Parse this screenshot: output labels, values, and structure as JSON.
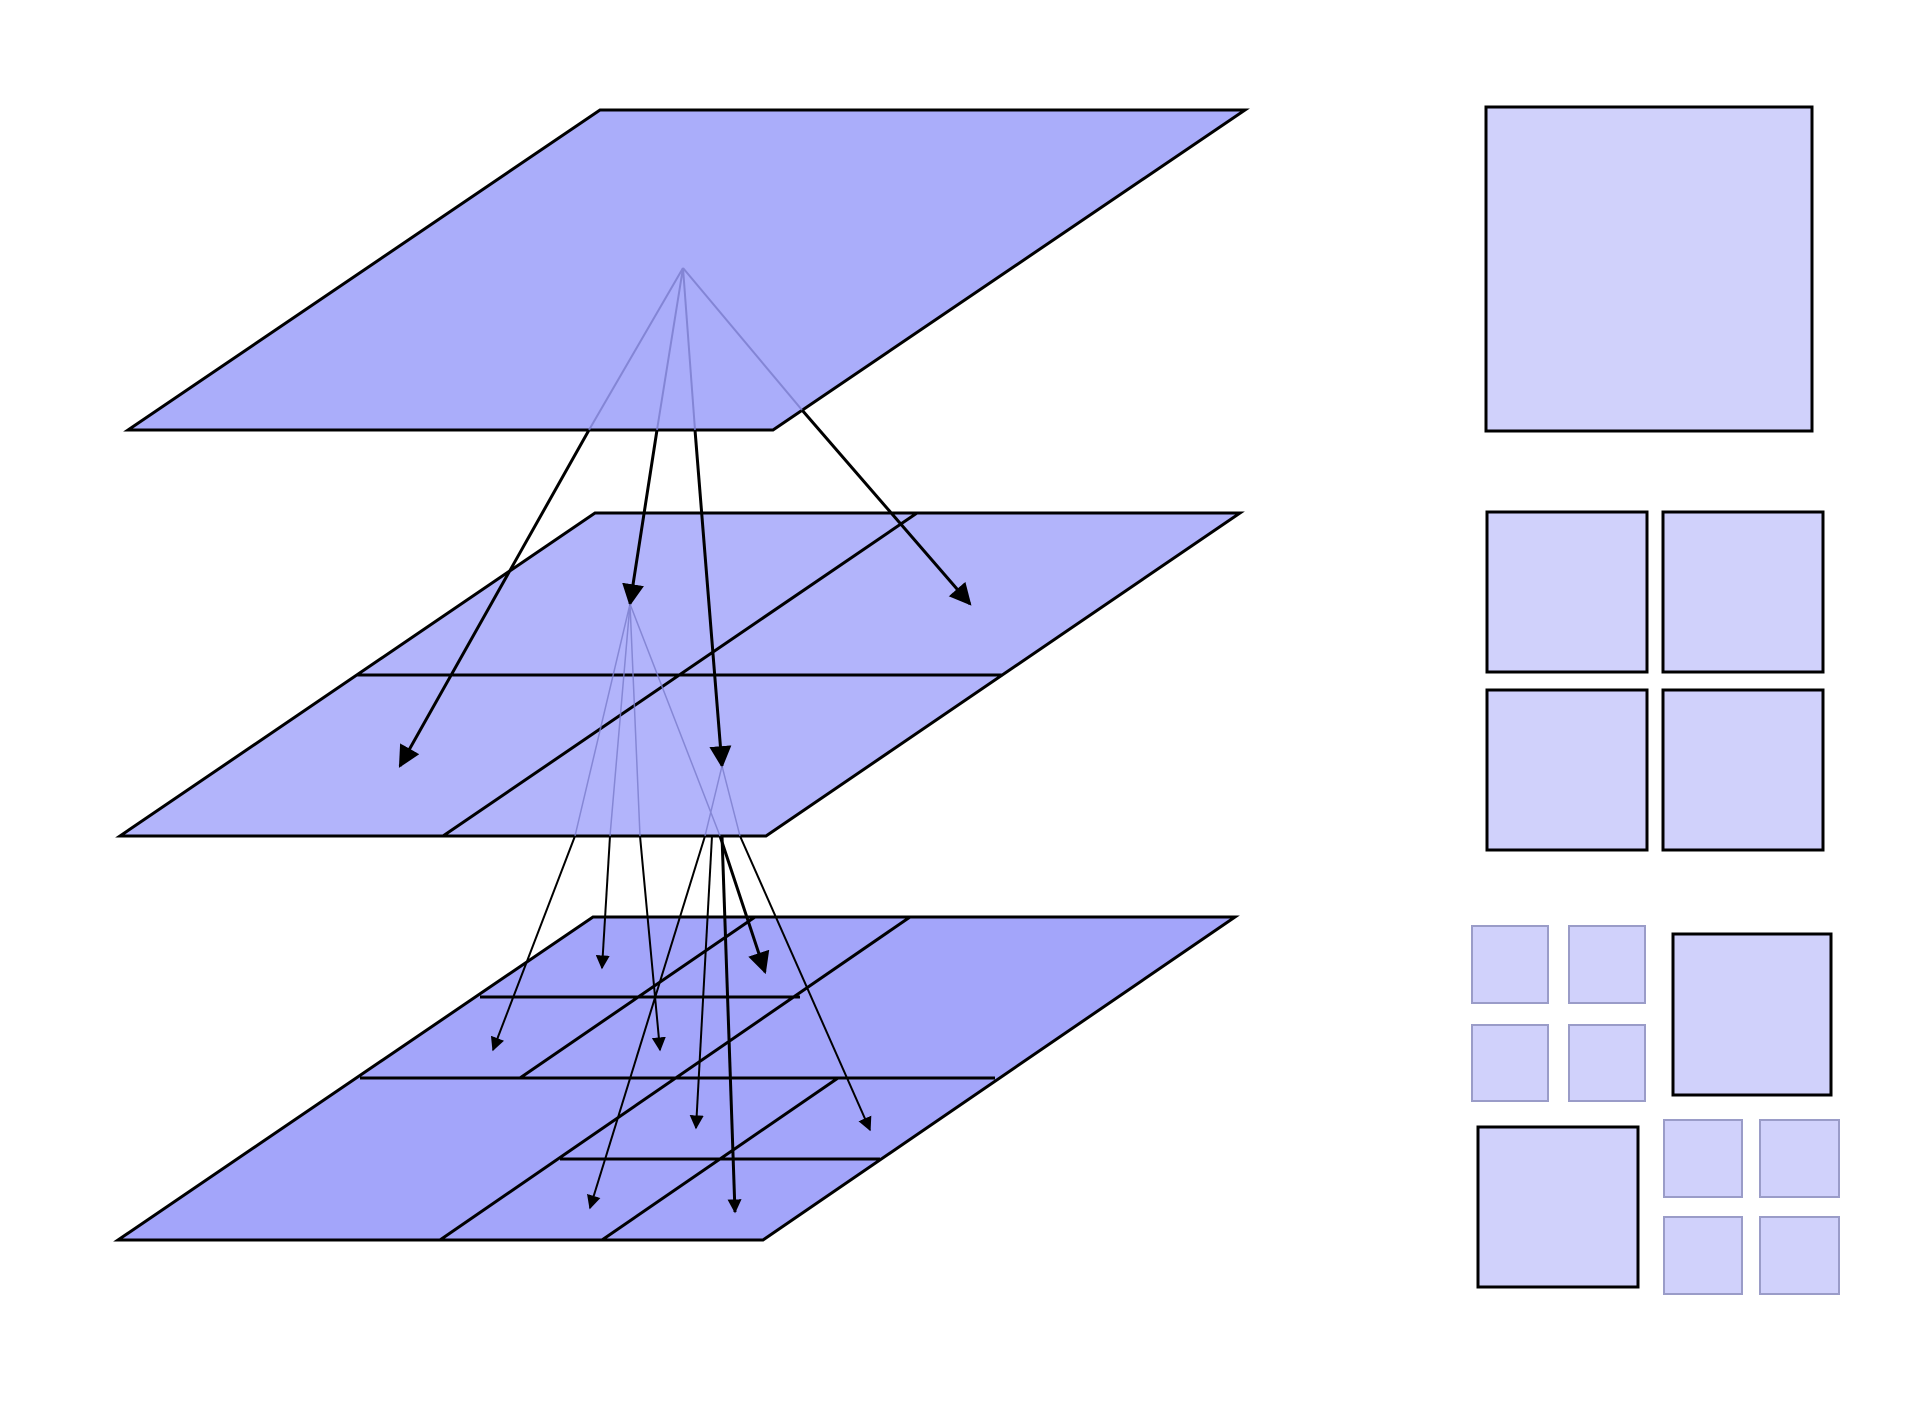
{
  "diagram": {
    "kind": "quadtree-subdivision",
    "levels": [
      {
        "level": 0,
        "cells": [
          [
            0,
            0,
            1,
            1
          ]
        ]
      },
      {
        "level": 1,
        "cells": [
          [
            0,
            0,
            0.5,
            0.5
          ],
          [
            0.5,
            0,
            1,
            0.5
          ],
          [
            0,
            0.5,
            0.5,
            1
          ],
          [
            0.5,
            0.5,
            1,
            1
          ]
        ]
      },
      {
        "level": 2,
        "cells": [
          [
            0,
            0,
            0.25,
            0.25
          ],
          [
            0.25,
            0,
            0.5,
            0.25
          ],
          [
            0,
            0.25,
            0.25,
            0.5
          ],
          [
            0.25,
            0.25,
            0.5,
            0.5
          ],
          [
            0.5,
            0,
            1,
            0.5
          ],
          [
            0,
            0.5,
            0.5,
            1
          ],
          [
            0.5,
            0.5,
            0.75,
            0.75
          ],
          [
            0.75,
            0.5,
            1,
            0.75
          ],
          [
            0.5,
            0.75,
            0.75,
            1
          ],
          [
            0.75,
            0.75,
            1,
            1
          ]
        ]
      }
    ],
    "colors": {
      "plane_level_0": "#aaadfa",
      "plane_level_1": "#b2b4fb",
      "plane_level_2": "#a3a5fa",
      "outline": "#000000",
      "square_fill": "#d0d1fb",
      "guide_line": "#7a7ccc"
    }
  }
}
